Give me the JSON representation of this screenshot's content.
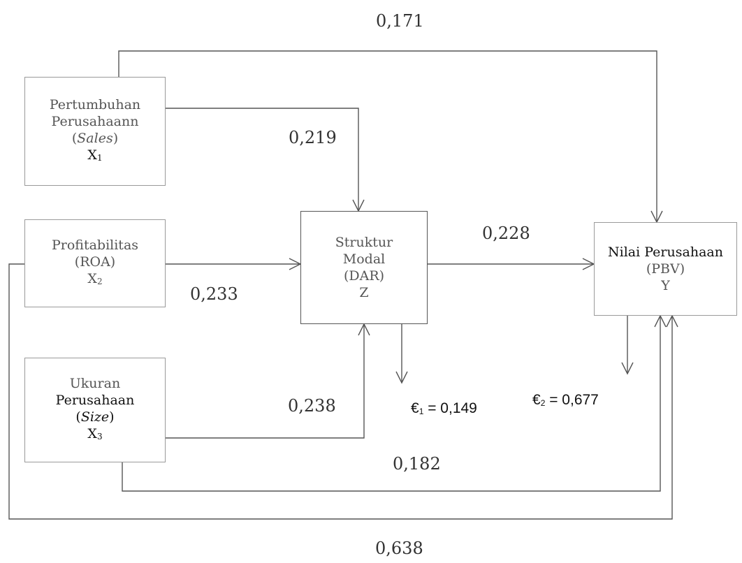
{
  "boxes": {
    "x1": {
      "line1": "Pertumbuhan",
      "line2": "Perusahaann",
      "line3_pre": "(",
      "line3_it": "Sales",
      "line3_post": ")",
      "sym": "X",
      "sub": "1"
    },
    "x2": {
      "line1": "Profitabilitas",
      "line2": "(ROA)",
      "sym": "X",
      "sub": "2"
    },
    "x3": {
      "line1": "Ukuran",
      "line2": "Perusahaan",
      "line3_pre": "(",
      "line3_it": "Size",
      "line3_post": ")",
      "sym": "X",
      "sub": "3"
    },
    "z": {
      "line1": "Struktur",
      "line2": "Modal",
      "line3": "(DAR)",
      "sym": "Z"
    },
    "y": {
      "line1": "Nilai Perusahaan",
      "line2": "(PBV)",
      "sym": "Y"
    }
  },
  "coefficients": {
    "x1_y": "0,171",
    "x1_z": "0,219",
    "x2_z": "0,233",
    "z_y": "0,228",
    "x3_z": "0,238",
    "x3_y": "0,182",
    "x2_y": "0,638"
  },
  "errors": {
    "e1": {
      "sym": "€",
      "sub": "1",
      "val": " = 0,149"
    },
    "e2": {
      "sym": "€",
      "sub": "2",
      "val": " = 0,677"
    }
  }
}
